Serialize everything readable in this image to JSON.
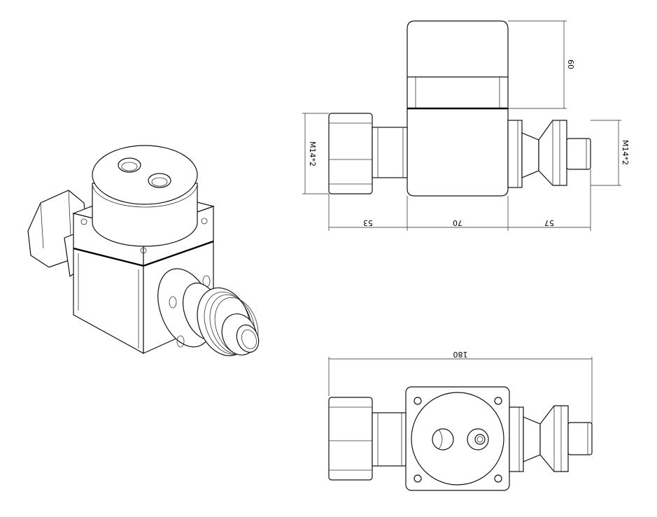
{
  "views": {
    "iso": {},
    "front": {
      "dims": {
        "height": "60",
        "left_thread": "M14*2",
        "right_thread": "M14*2",
        "left_len": "53",
        "mid_len": "70",
        "right_len": "57"
      }
    },
    "top": {
      "dims": {
        "overall": "180"
      }
    }
  }
}
